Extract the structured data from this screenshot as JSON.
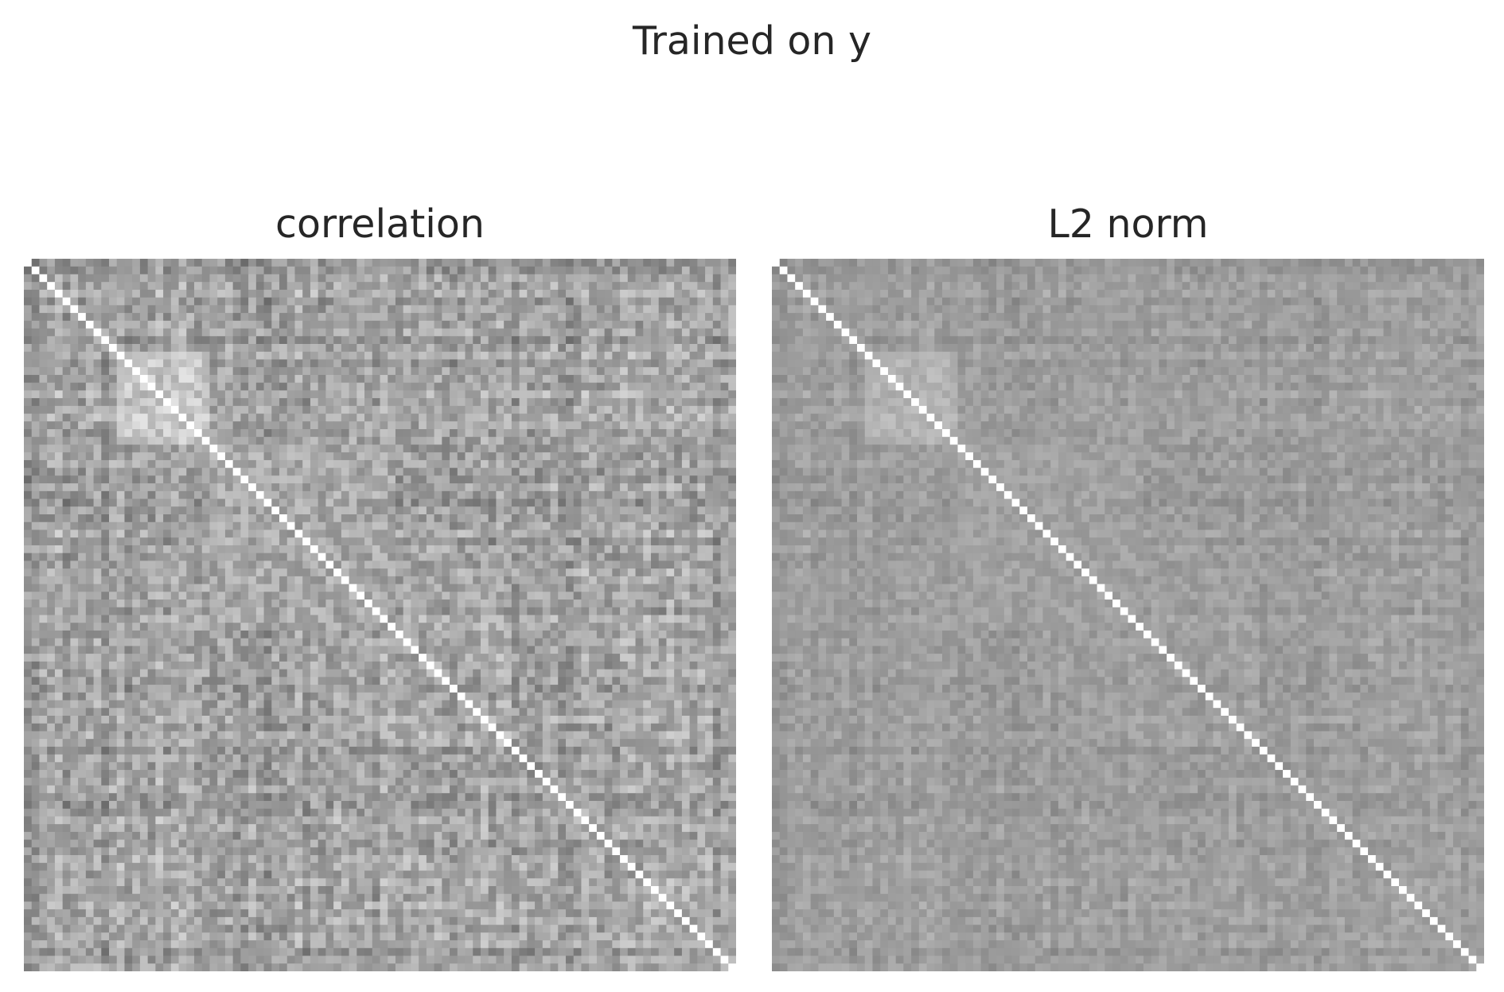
{
  "figure": {
    "suptitle": "Trained on y"
  },
  "chart_data": [
    {
      "type": "heatmap",
      "title": "correlation",
      "xlabel": "",
      "ylabel": "",
      "n": 92,
      "grid": false,
      "colormap": "grayscale",
      "color_dark": "#5a5a5a",
      "color_light": "#ffffff",
      "diagonal_value": 1.0,
      "value_range": [
        0.35,
        1.0
      ],
      "offdiagonal_approx_range": [
        0.4,
        0.85
      ],
      "blocks": [
        {
          "rows": [
            12,
            23
          ],
          "approx_value": 0.78
        },
        {
          "rows": [
            24,
            47
          ],
          "approx_value": 0.66
        }
      ],
      "diagonal_orientation": "top-left to bottom-right"
    },
    {
      "type": "heatmap",
      "title": "L2 norm",
      "xlabel": "",
      "ylabel": "",
      "n": 92,
      "grid": false,
      "colormap": "grayscale",
      "color_dark": "#5a5a5a",
      "color_light": "#ffffff",
      "diagonal_value": 1.0,
      "value_range": [
        0.35,
        1.0
      ],
      "offdiagonal_approx_range": [
        0.5,
        0.72
      ],
      "blocks": [
        {
          "rows": [
            12,
            23
          ],
          "approx_value": 0.7
        },
        {
          "rows": [
            24,
            47
          ],
          "approx_value": 0.63
        }
      ],
      "diagonal_orientation": "top-left to bottom-right"
    }
  ]
}
